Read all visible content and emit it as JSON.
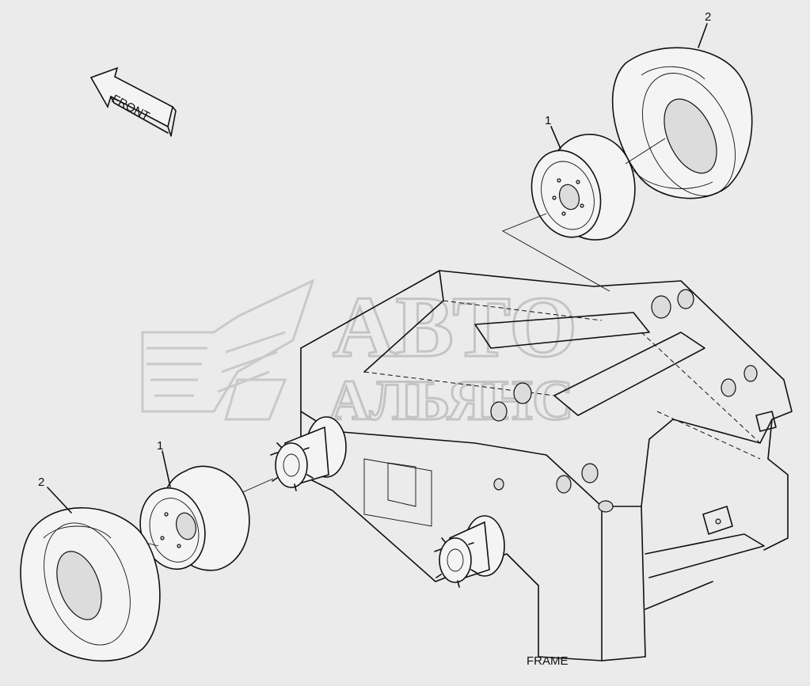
{
  "labels": {
    "front_arrow": "FRONT",
    "frame_caption": "FRAME",
    "callout_wheel_upper": "1",
    "callout_tire_upper": "2",
    "callout_wheel_lower": "1",
    "callout_tire_lower": "2"
  },
  "watermark": {
    "line1": "АВТО",
    "line2": "АЛЬЯНС"
  }
}
